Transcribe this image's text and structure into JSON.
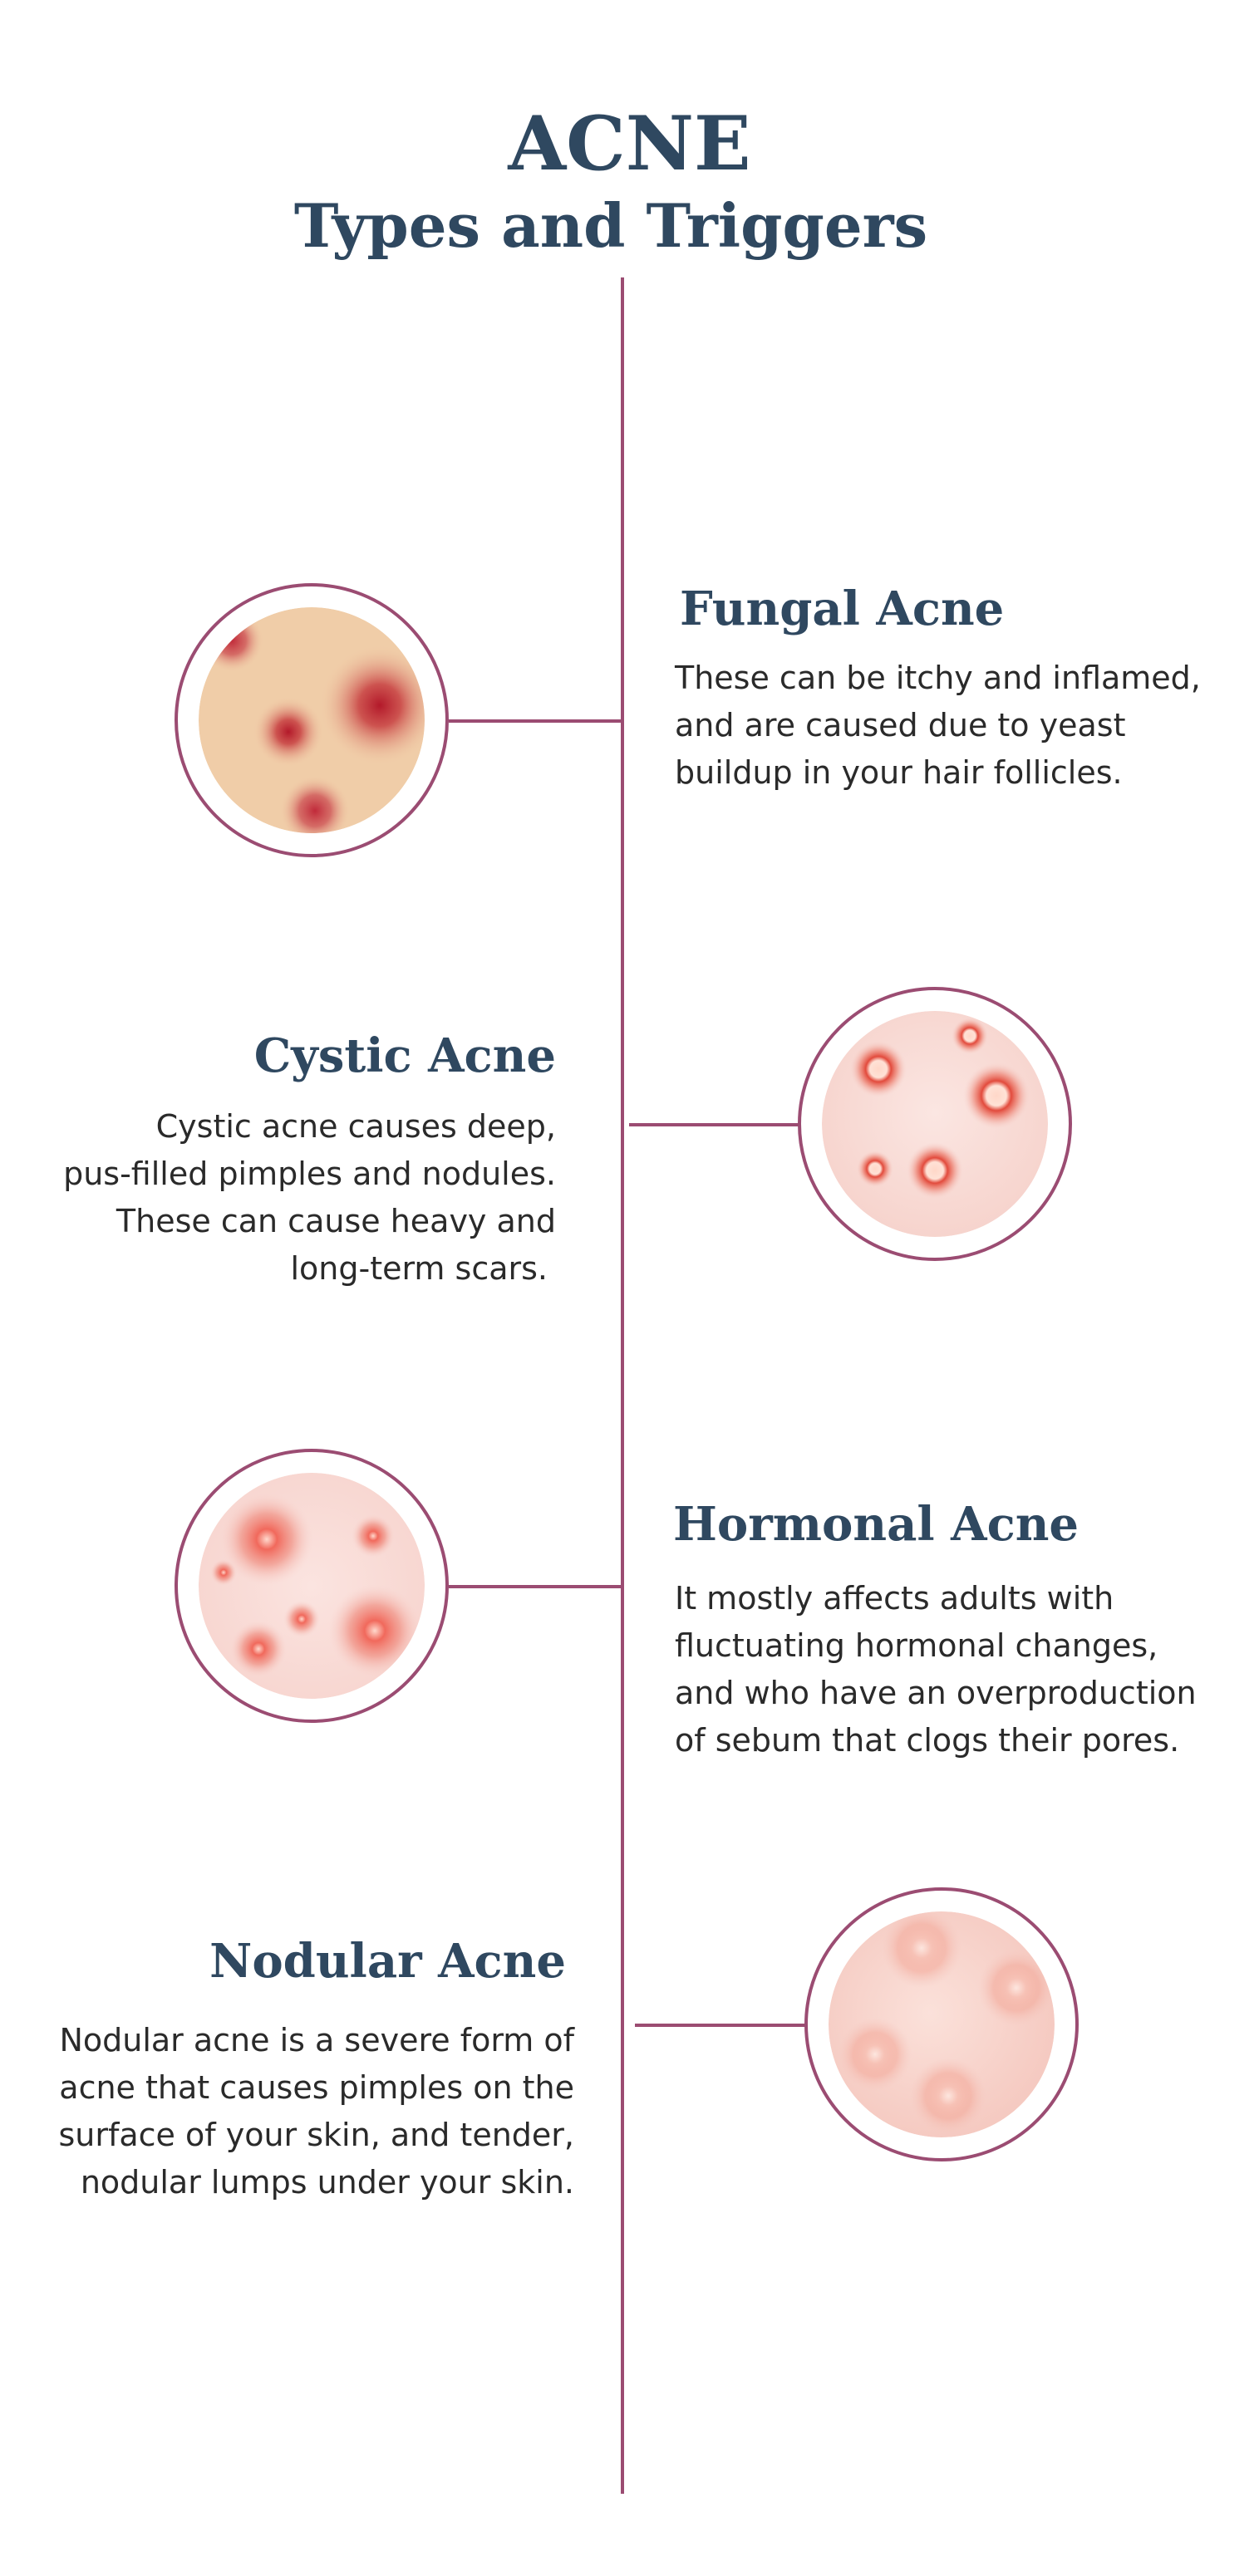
{
  "header": {
    "title": "ACNE",
    "subtitle": "Types and Triggers"
  },
  "colors": {
    "heading": "#2f4860",
    "accent_line": "#9b4c72",
    "body_text": "#2a2a2a",
    "background": "#ffffff"
  },
  "sections": [
    {
      "title": "Fungal Acne",
      "description_lines": [
        "These can be itchy and inflamed,",
        "and are caused due to yeast",
        "buildup in your hair follicles."
      ],
      "icon": "fungal-acne-skin-icon"
    },
    {
      "title": "Cystic Acne",
      "description_lines": [
        "Cystic acne causes deep,",
        "pus-filled pimples and nodules.",
        "These can cause heavy and",
        "long-term scars."
      ],
      "icon": "cystic-acne-skin-icon"
    },
    {
      "title": "Hormonal Acne",
      "description_lines": [
        "It mostly affects adults with",
        "fluctuating hormonal changes,",
        "and who have an overproduction",
        "of sebum that clogs their pores."
      ],
      "icon": "hormonal-acne-skin-icon"
    },
    {
      "title": "Nodular Acne",
      "description_lines": [
        "Nodular acne is a severe form of",
        "acne that causes pimples on the",
        "surface of your skin, and tender,",
        "nodular lumps under your skin."
      ],
      "icon": "nodular-acne-skin-icon"
    }
  ]
}
